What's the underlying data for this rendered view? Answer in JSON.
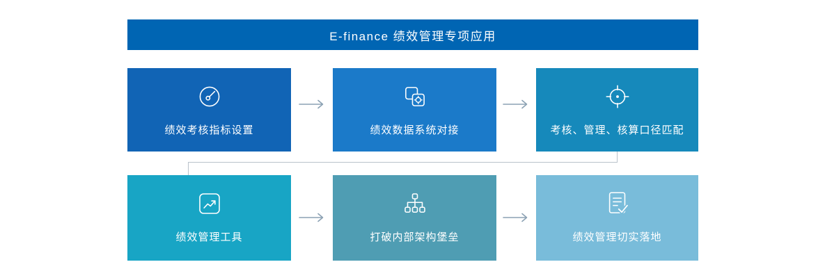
{
  "header": {
    "title": "E-finance 绩效管理专项应用",
    "bg": "#0065b3"
  },
  "palette": {
    "arrow": "#8ba1b3",
    "connector": "#b9c2cb"
  },
  "boxes": [
    {
      "label": "绩效考核指标设置",
      "icon": "gauge-icon",
      "bg": "#1164b5"
    },
    {
      "label": "绩效数据系统对接",
      "icon": "system-integration-icon",
      "bg": "#1b7ac9"
    },
    {
      "label": "考核、管理、核算口径匹配",
      "icon": "target-icon",
      "bg": "#1689bb"
    },
    {
      "label": "绩效管理工具",
      "icon": "trend-chart-icon",
      "bg": "#18a5c5"
    },
    {
      "label": "打破内部架构堡垒",
      "icon": "org-hierarchy-icon",
      "bg": "#4f9db3"
    },
    {
      "label": "绩效管理切实落地",
      "icon": "document-check-icon",
      "bg": "#79bcda"
    }
  ]
}
